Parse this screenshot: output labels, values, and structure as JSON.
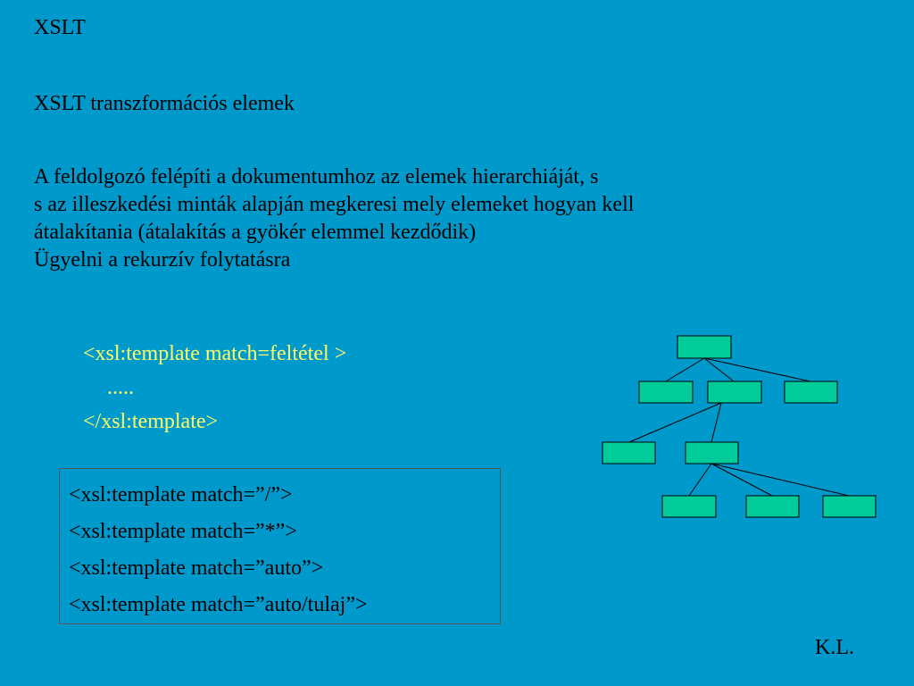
{
  "slide": {
    "title": "XSLT",
    "subtitle": "XSLT transzformációs elemek",
    "paragraph_lines": [
      "A feldolgozó felépíti a dokumentumhoz az elemek hierarchiáját, s",
      "s az illeszkedési minták alapján megkeresi mely elemeket hogyan kell",
      "átalakítania  (átalakítás a gyökér elemmel kezdődik)",
      "Ügyelni a rekurzív folytatásra"
    ],
    "code_lines": [
      "<xsl:template   match=feltétel >",
      ".....",
      "</xsl:template>"
    ],
    "box_lines": [
      "<xsl:template match=”/”>",
      "<xsl:template match=”*”>",
      "<xsl:template match=”auto”>",
      "<xsl:template match=”auto/tulaj”>"
    ],
    "author": "K.L."
  },
  "tree": {
    "node_color": "#00cc99",
    "edge_color": "#000000",
    "levels": [
      {
        "level": 0,
        "nodes": 1
      },
      {
        "level": 1,
        "nodes": 3
      },
      {
        "level": 2,
        "nodes": 2,
        "parent_index": 1
      },
      {
        "level": 3,
        "nodes": 3,
        "parent_index": 1
      }
    ]
  },
  "colors": {
    "background": "#0099cc",
    "text": "#000000",
    "code_text": "#ffff66",
    "box_border": "#555555"
  }
}
